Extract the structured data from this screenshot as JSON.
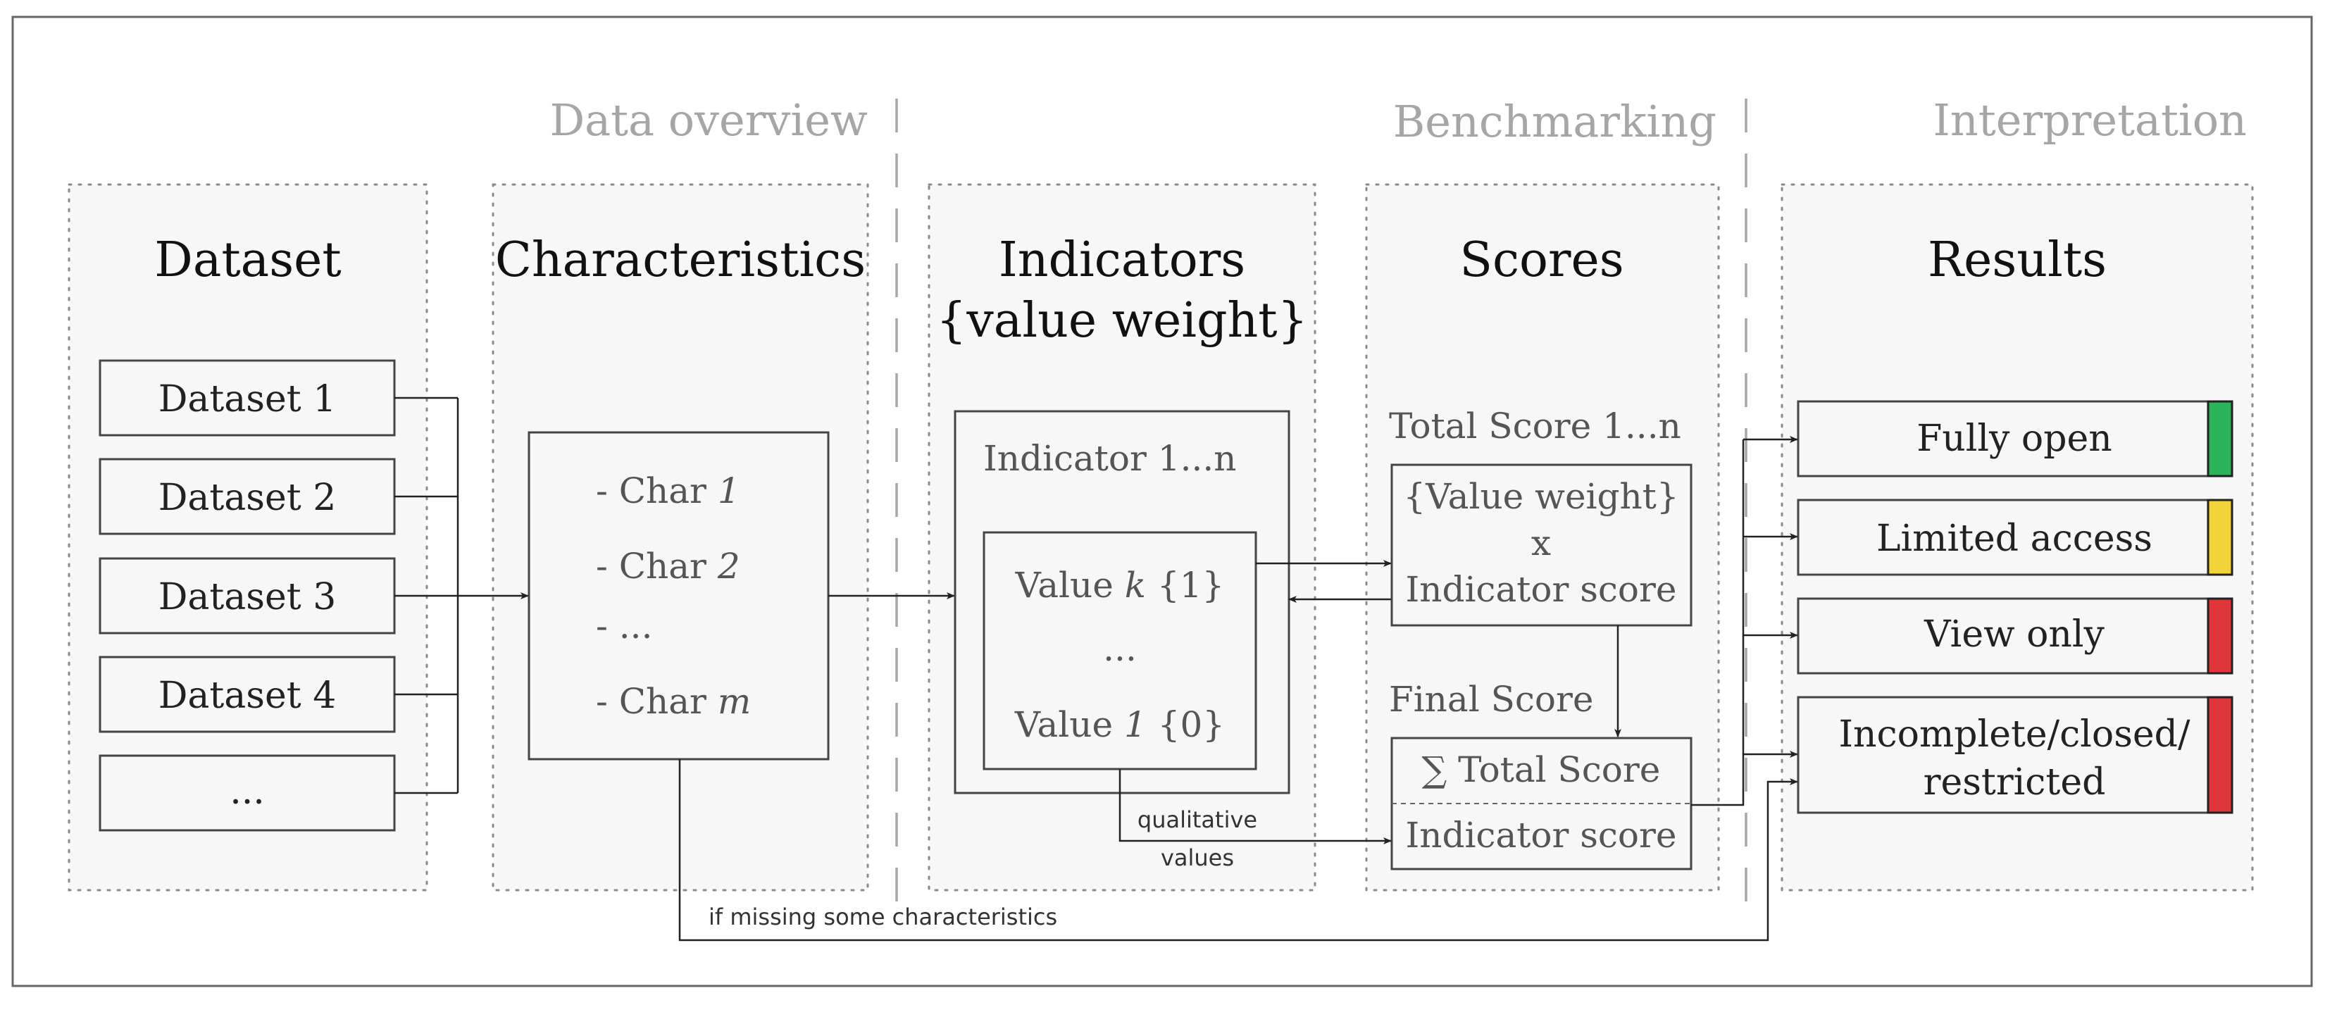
{
  "stages": {
    "data_overview": "Data overview",
    "benchmarking": "Benchmarking",
    "interpretation": "Interpretation"
  },
  "columns": {
    "dataset": {
      "title": "Dataset",
      "items": [
        "Dataset 1",
        "Dataset 2",
        "Dataset 3",
        "Dataset 4",
        "..."
      ]
    },
    "characteristics": {
      "title": "Characteristics",
      "items": [
        {
          "prefix": "- Char ",
          "italic": "1"
        },
        {
          "prefix": "- Char ",
          "italic": "2"
        },
        {
          "prefix": "- ...",
          "italic": ""
        },
        {
          "prefix": "- Char ",
          "italic": "m"
        }
      ]
    },
    "indicators": {
      "title_line1": "Indicators",
      "title_line2": "{value weight}",
      "box_label": "Indicator 1...n",
      "value_k": {
        "pre": "Value ",
        "italic": "k",
        "post": " {1}"
      },
      "ellipsis": "...",
      "value_1": {
        "pre": "Value ",
        "italic": "1",
        "post": " {0}"
      }
    },
    "scores": {
      "title": "Scores",
      "total_label": "Total Score 1...n",
      "total_box": [
        "{Value weight}",
        "x",
        "Indicator score"
      ],
      "final_label": "Final Score",
      "final_top": "∑ Total Score",
      "final_bottom": "Indicator score"
    },
    "results": {
      "title": "Results",
      "items": [
        {
          "lines": [
            "Fully open"
          ],
          "color": "#2bb35a"
        },
        {
          "lines": [
            "Limited access"
          ],
          "color": "#f2d43a"
        },
        {
          "lines": [
            "View only"
          ],
          "color": "#e0353b"
        },
        {
          "lines": [
            "Incomplete/closed/",
            "restricted"
          ],
          "color": "#e0353b"
        }
      ]
    }
  },
  "notes": {
    "qualitative_line1": "qualitative",
    "qualitative_line2": "values",
    "missing": "if missing some characteristics"
  }
}
